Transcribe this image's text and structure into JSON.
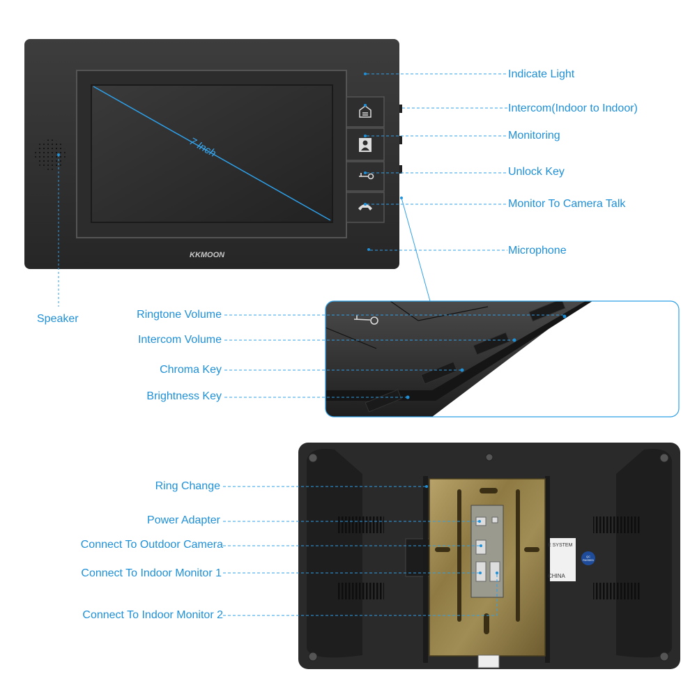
{
  "brand": "KKMOON",
  "screen_size": "7 Inch",
  "accent_color": "#1e90d8",
  "front_labels": {
    "indicate_light": "Indicate Light",
    "intercom": "Intercom(Indoor to Indoor)",
    "monitoring": "Monitoring",
    "unlock_key": "Unlock Key",
    "talk": "Monitor To Camera Talk",
    "microphone": "Microphone",
    "speaker": "Speaker"
  },
  "side_labels": {
    "ringtone_volume": "Ringtone Volume",
    "intercom_volume": "Intercom Volume",
    "chroma_key": "Chroma Key",
    "brightness_key": "Brightness Key"
  },
  "back_labels": {
    "ring_change": "Ring Change",
    "power_adapter": "Power Adapter",
    "outdoor_camera": "Connect To Outdoor Camera",
    "indoor_monitor_1": "Connect To Indoor Monitor 1",
    "indoor_monitor_2": "Connect To Indoor Monitor 2"
  },
  "sticker": {
    "line1": "E SYSTEM",
    "line2": "CHINA",
    "qc": "QC PASSED"
  }
}
